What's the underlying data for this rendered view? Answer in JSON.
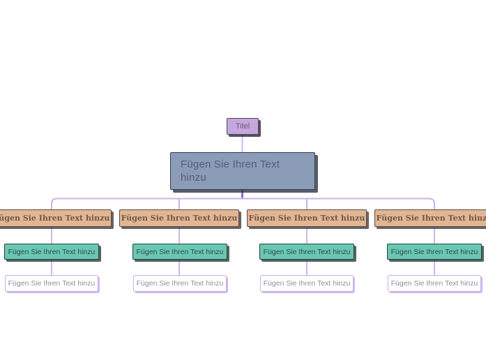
{
  "canvas": {
    "background": "#ffffff"
  },
  "colors": {
    "root_fill": "#c5a6de",
    "root_border": "#4f4560",
    "root_text": "#635d70",
    "main_fill": "#8b9cb7",
    "main_border": "#2f3c55",
    "main_text": "#535e75",
    "branch_title_fill": "#e3b692",
    "branch_title_border": "#54484c",
    "branch_title_text": "#6f594d",
    "subtopic_fill": "#68c8b3",
    "subtopic_border": "#233f3a",
    "subtopic_text": "#35464b",
    "note_fill": "#ffffff",
    "note_border": "#c9abe3",
    "note_text": "#8f8f9a",
    "connector_light": "#cdb6ec",
    "connector_rail": "#c9b2ea",
    "connector_main_stub": "#8f6bc7"
  },
  "nodes": {
    "root": {
      "label": "Titel"
    },
    "main": {
      "label": "Fügen Sie Ihren Text hinzu"
    },
    "branches": [
      {
        "title": "Fügen Sie Ihren Text hinzu",
        "subtopic": "Fügen Sie Ihren Text hinzu",
        "note": "Fügen Sie Ihren Text hinzu"
      },
      {
        "title": "Fügen Sie Ihren Text hinzu",
        "subtopic": "Fügen Sie Ihren Text hinzu",
        "note": "Fügen Sie Ihren Text hinzu"
      },
      {
        "title": "Fügen Sie Ihren Text hinzu",
        "subtopic": "Fügen Sie Ihren Text hinzu",
        "note": "Fügen Sie Ihren Text hinzu"
      },
      {
        "title": "Fügen Sie Ihren Text hinzu",
        "subtopic": "Fügen Sie Ihren Text hinzu",
        "note": "Fügen Sie Ihren Text hinzu"
      }
    ]
  }
}
